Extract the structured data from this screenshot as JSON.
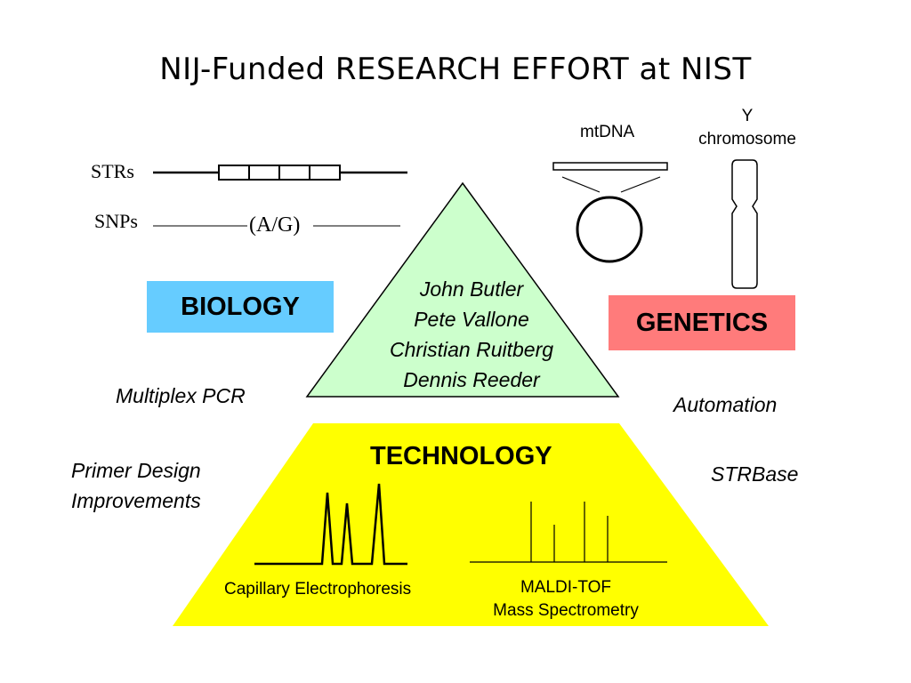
{
  "title": "NIJ-Funded RESEARCH EFFORT at NIST",
  "labels": {
    "mtdna": "mtDNA",
    "y_line1": "Y",
    "y_line2": "chromosome",
    "strs": "STRs",
    "snps": "SNPs",
    "snp_allele": "(A/G)",
    "biology": "BIOLOGY",
    "genetics": "GENETICS",
    "technology": "TECHNOLOGY",
    "capillary": "Capillary Electrophoresis",
    "maldi_line1": "MALDI-TOF",
    "maldi_line2": "Mass Spectrometry"
  },
  "researchers": [
    "John Butler",
    "Pete Vallone",
    "Christian Ruitberg",
    "Dennis Reeder"
  ],
  "left_topics": {
    "multiplex": "Multiplex PCR",
    "primer_line1": "Primer Design",
    "primer_line2": "Improvements"
  },
  "right_topics": {
    "automation": "Automation",
    "strbase": "STRBase"
  },
  "colors": {
    "biology": "#66ccff",
    "genetics": "#ff7b7b",
    "triangle": "#ccffcc",
    "technology": "#ffff00"
  }
}
